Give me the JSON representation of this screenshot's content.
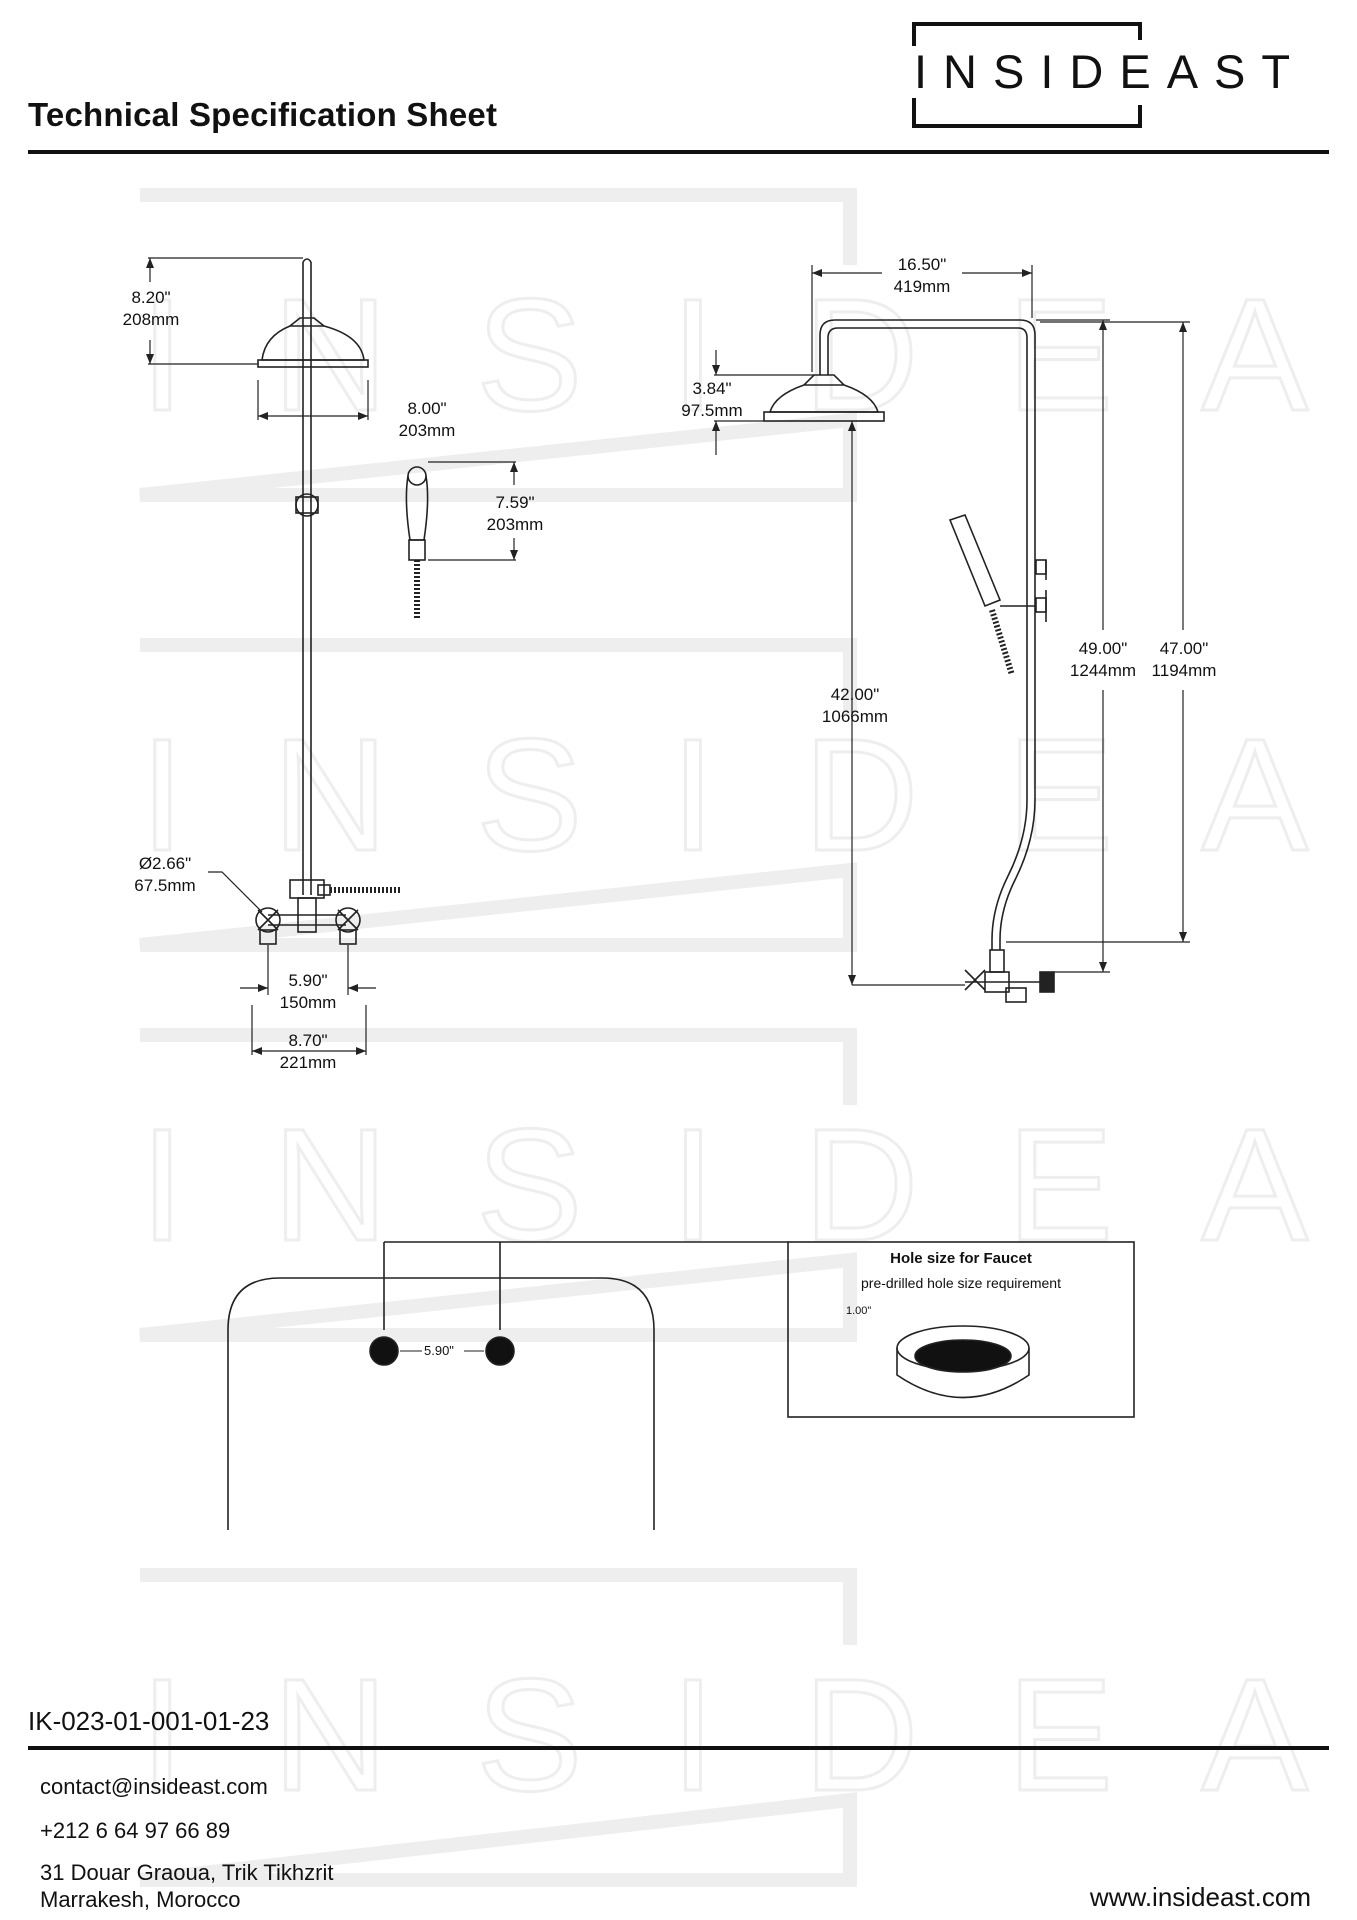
{
  "header": {
    "title": "Technical Specification Sheet",
    "logo_text": "INSIDEAST"
  },
  "dimensions": {
    "head_height_in": "8.20\"",
    "head_height_mm": "208mm",
    "head_width_in": "8.00\"",
    "head_width_mm": "203mm",
    "handshower_in": "7.59\"",
    "handshower_mm": "203mm",
    "knob_dia_in": "Ø2.66\"",
    "knob_dia_mm": "67.5mm",
    "center_in": "5.90\"",
    "center_mm": "150mm",
    "overall_w_in": "8.70\"",
    "overall_w_mm": "221mm",
    "arm_reach_in": "16.50\"",
    "arm_reach_mm": "419mm",
    "head_depth_in": "3.84\"",
    "head_depth_mm": "97.5mm",
    "outlet_to_head_in": "42.00\"",
    "outlet_to_head_mm": "1066mm",
    "total_height_in": "49.00\"",
    "total_height_mm": "1244mm",
    "riser_height_in": "47.00\"",
    "riser_height_mm": "1194mm"
  },
  "hole_plan": {
    "spacing": "5.90\"",
    "panel_title": "Hole size for Faucet",
    "panel_subtitle": "pre-drilled hole size requirement",
    "hole_dia": "1.00\""
  },
  "document_code": "IK-023-01-001-01-23",
  "footer": {
    "email": "contact@insideast.com",
    "phone": "+212 6 64 97 66 89",
    "address_line1": "31 Douar Graoua, Trik Tikhzrit",
    "address_line2": "Marrakesh, Morocco",
    "website": "www.insideast.com"
  }
}
